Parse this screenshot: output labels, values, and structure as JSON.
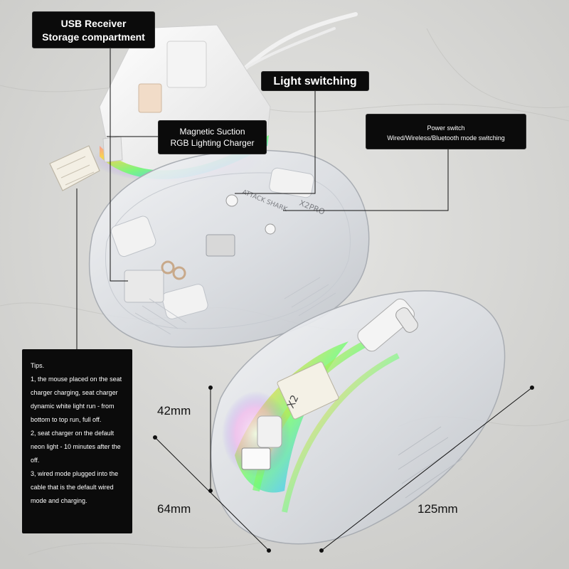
{
  "callouts": {
    "usb_receiver": {
      "line1": "USB Receiver",
      "line2": "Storage compartment"
    },
    "light_switching": "Light switching",
    "magnetic_charger": {
      "line1": "Magnetic Suction",
      "line2": "RGB Lighting Charger"
    },
    "power_switch": {
      "line1": "Power switch",
      "line2": "Wired/Wireless/Bluetooth mode switching"
    }
  },
  "tips": {
    "heading": "Tips.",
    "items": [
      "1, the mouse placed on the seat charger charging, seat charger dynamic white light run - from bottom to top run, full off.",
      "2, seat charger on the default neon light - 10 minutes after the off.",
      "3, wired mode plugged into the cable that is the default wired mode and charging."
    ]
  },
  "dimensions": {
    "height": "42mm",
    "width": "64mm",
    "length": "125mm"
  },
  "product_markings": {
    "brand": "ATTACK SHARK",
    "model": "X2PRO",
    "sticker": "X2"
  },
  "colors": {
    "background": "#d9d9d7",
    "callout_bg": "#0b0b0b",
    "callout_text": "#ffffff",
    "leader_line": "#111111"
  }
}
